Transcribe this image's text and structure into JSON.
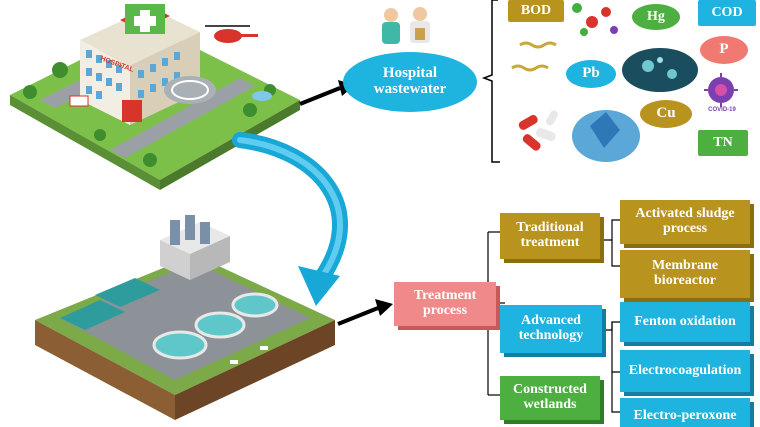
{
  "source": {
    "hospital_sign": "HOSPITAL",
    "label_line1": "Hospital",
    "label_line2": "wastewater"
  },
  "pollutants": {
    "bod": "BOD",
    "hg": "Hg",
    "cod": "COD",
    "p": "P",
    "pb": "Pb",
    "cu": "Cu",
    "tn": "TN",
    "covid_label": "COVID-19"
  },
  "treatment": {
    "center_line1": "Treatment",
    "center_line2": "process",
    "traditional_line1": "Traditional",
    "traditional_line2": "treatment",
    "activated_line1": "Activated sludge",
    "activated_line2": "process",
    "membrane_line1": "Membrane",
    "membrane_line2": "bioreactor",
    "advanced_line1": "Advanced",
    "advanced_line2": "technology",
    "fenton": "Fenton oxidation",
    "electrocoag": "Electrocoagulation",
    "electroperox": "Electro-peroxone",
    "wetlands_line1": "Constructed",
    "wetlands_line2": "wetlands"
  },
  "colors": {
    "gold": "#B8941F",
    "cyan": "#1FB4E0",
    "green": "#4CAF3F",
    "salmon": "#F07A72",
    "pink_box": "#F08A8A"
  }
}
